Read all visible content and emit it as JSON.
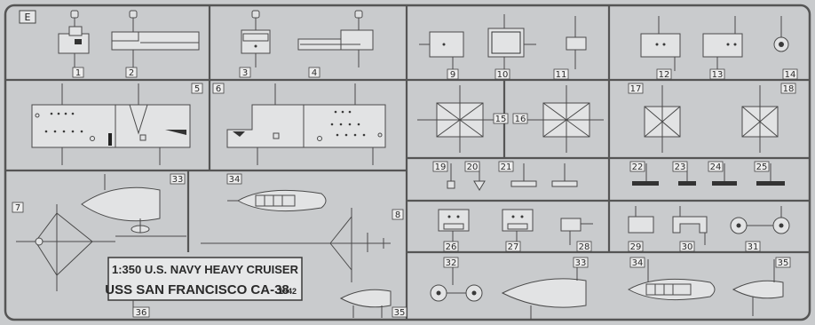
{
  "sprue": {
    "letter": "E",
    "part_numbers": [
      "1",
      "2",
      "3",
      "4",
      "5",
      "6",
      "7",
      "8",
      "9",
      "10",
      "11",
      "12",
      "13",
      "14",
      "15",
      "16",
      "17",
      "18",
      "19",
      "20",
      "21",
      "22",
      "23",
      "24",
      "25",
      "26",
      "27",
      "28",
      "29",
      "30",
      "31",
      "32",
      "33",
      "33",
      "34",
      "34",
      "35",
      "35",
      "36"
    ]
  },
  "tag": {
    "line1": "1:350 U.S. NAVY HEAVY CRUISER",
    "line2": "USS SAN FRANCISCO CA-38",
    "year": "1942"
  },
  "colors": {
    "background": "#c9cbcd",
    "plastic": "#e2e3e4",
    "outline": "#4a4a4a"
  }
}
